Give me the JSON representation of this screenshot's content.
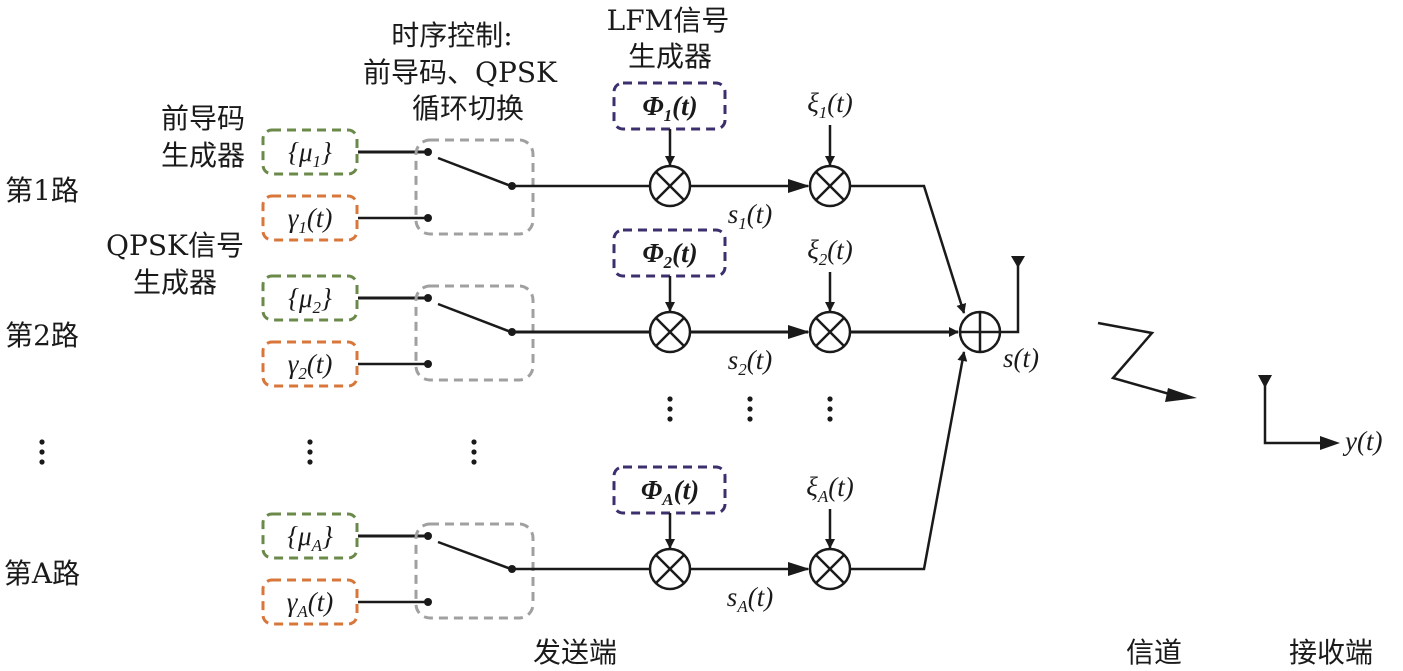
{
  "title_labels": {
    "preamble_gen": [
      "前导码",
      "生成器"
    ],
    "qpsk_gen": [
      "QPSK信号",
      "生成器"
    ],
    "timing": [
      "时序控制:",
      "前导码、QPSK",
      "循环切换"
    ],
    "lfm_gen": [
      "LFM信号",
      "生成器"
    ]
  },
  "paths": [
    {
      "label": "第1路",
      "mu": "{μ",
      "mu_sub": "1",
      "gamma": "γ",
      "gamma_sub": "1",
      "phi": "Φ",
      "phi_sub": "1",
      "xi": "ξ",
      "xi_sub": "1",
      "s": "s",
      "s_sub": "1"
    },
    {
      "label": "第2路",
      "mu": "{μ",
      "mu_sub": "2",
      "gamma": "γ",
      "gamma_sub": "2",
      "phi": "Φ",
      "phi_sub": "2",
      "xi": "ξ",
      "xi_sub": "2",
      "s": "s",
      "s_sub": "2"
    },
    {
      "label": "第A路",
      "mu": "{μ",
      "mu_sub": "A",
      "gamma": "γ",
      "gamma_sub": "A",
      "phi": "Φ",
      "phi_sub": "A",
      "xi": "ξ",
      "xi_sub": "A",
      "s": "s",
      "s_sub": "A"
    }
  ],
  "ellipsis": "⋮",
  "sum_output": "s(t)",
  "receiver_output": "y(t)",
  "section_labels": {
    "transmitter": "发送端",
    "channel": "信道",
    "receiver": "接收端"
  },
  "colors": {
    "preamble_box": "#6b8a4a",
    "qpsk_box": "#d9763a",
    "switch_box": "#a0a0a0",
    "lfm_box": "#3d2f6e",
    "line": "#1a1a1a"
  }
}
